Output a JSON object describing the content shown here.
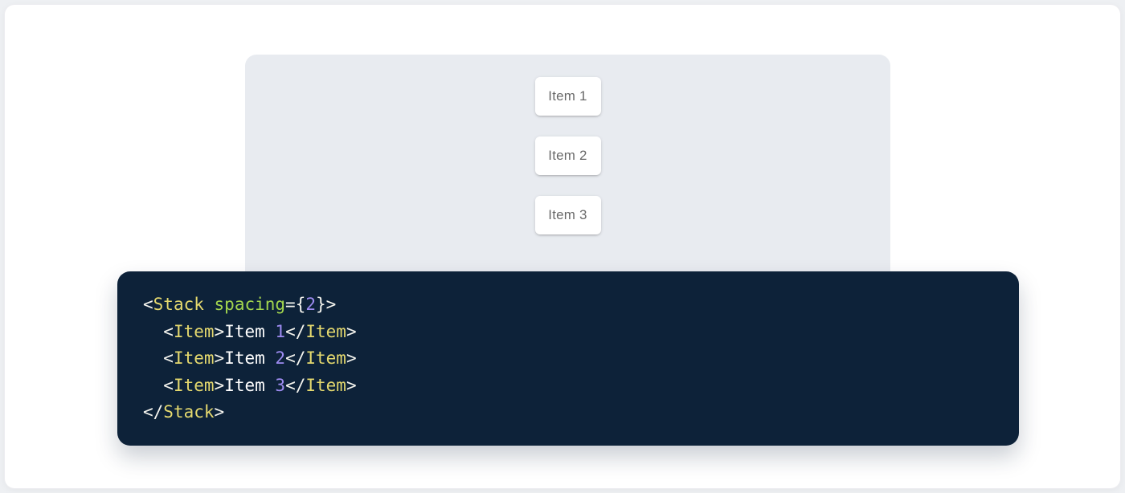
{
  "demo": {
    "stack": {
      "items": [
        "Item 1",
        "Item 2",
        "Item 3"
      ]
    }
  },
  "code_block": {
    "language": "jsx",
    "source": "<Stack spacing={2}>\n  <Item>Item 1</Item>\n  <Item>Item 2</Item>\n  <Item>Item 3</Item>\n</Stack>",
    "lines": [
      {
        "tokens": [
          [
            "punct",
            "<"
          ],
          [
            "tag",
            "Stack"
          ],
          [
            "plain",
            " "
          ],
          [
            "attr",
            "spacing"
          ],
          [
            "punct",
            "={"
          ],
          [
            "num",
            "2"
          ],
          [
            "punct",
            "}>"
          ]
        ]
      },
      {
        "tokens": [
          [
            "plain",
            "  "
          ],
          [
            "punct",
            "<"
          ],
          [
            "tag",
            "Item"
          ],
          [
            "punct",
            ">"
          ],
          [
            "plain",
            "Item "
          ],
          [
            "num",
            "1"
          ],
          [
            "punct",
            "</"
          ],
          [
            "tag",
            "Item"
          ],
          [
            "punct",
            ">"
          ]
        ]
      },
      {
        "tokens": [
          [
            "plain",
            "  "
          ],
          [
            "punct",
            "<"
          ],
          [
            "tag",
            "Item"
          ],
          [
            "punct",
            ">"
          ],
          [
            "plain",
            "Item "
          ],
          [
            "num",
            "2"
          ],
          [
            "punct",
            "</"
          ],
          [
            "tag",
            "Item"
          ],
          [
            "punct",
            ">"
          ]
        ]
      },
      {
        "tokens": [
          [
            "plain",
            "  "
          ],
          [
            "punct",
            "<"
          ],
          [
            "tag",
            "Item"
          ],
          [
            "punct",
            ">"
          ],
          [
            "plain",
            "Item "
          ],
          [
            "num",
            "3"
          ],
          [
            "punct",
            "</"
          ],
          [
            "tag",
            "Item"
          ],
          [
            "punct",
            ">"
          ]
        ]
      },
      {
        "tokens": [
          [
            "punct",
            "</"
          ],
          [
            "tag",
            "Stack"
          ],
          [
            "punct",
            ">"
          ]
        ]
      }
    ]
  },
  "colors": {
    "page_background": "#eef0f3",
    "card_background": "#ffffff",
    "demo_panel_background": "#e8ebf0",
    "item_background": "#ffffff",
    "item_text": "rgba(0,0,0,0.6)",
    "code_background": "#0d2239",
    "token_tag": "#e5d96e",
    "token_attr_name": "#a3d64e",
    "token_number": "#9e8cf2",
    "token_punctuation": "#f5f5ef",
    "token_plain": "#ffffff"
  }
}
